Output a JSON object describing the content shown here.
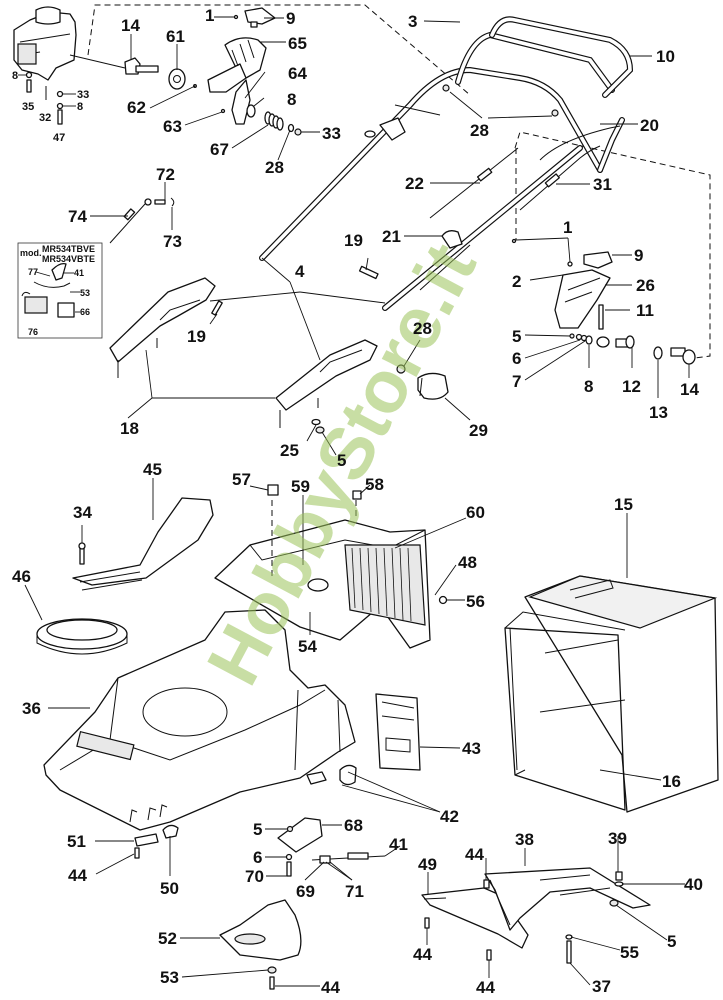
{
  "diagram": {
    "type": "exploded-parts-diagram",
    "subject": "lawn mower",
    "watermark": "HobbyStore.it",
    "watermark_color": "#9bc25a",
    "inset": {
      "heading_prefix": "mod.",
      "models": [
        "MR534TBVE",
        "MR534VBTE"
      ],
      "callouts": [
        "77",
        "41",
        "53",
        "66",
        "76"
      ]
    },
    "callouts": {
      "engine_8": "8",
      "engine_35": "35",
      "engine_32": "32",
      "engine_33": "33",
      "engine_8b": "8",
      "engine_47": "47",
      "top_14": "14",
      "top_61": "61",
      "top_62": "62",
      "top_1": "1",
      "top_9": "9",
      "top_65": "65",
      "top_64": "64",
      "top_63": "63",
      "top_8": "8",
      "top_67": "67",
      "top_28": "28",
      "top_33": "33",
      "h_3": "3",
      "h_10": "10",
      "h_28": "28",
      "h_20": "20",
      "h_22": "22",
      "h_31": "31",
      "c_72": "72",
      "c_74": "74",
      "c_73": "73",
      "m_19a": "19",
      "m_21": "21",
      "m_4": "4",
      "m_19b": "19",
      "m_18": "18",
      "m_25": "25",
      "m_5": "5",
      "m_28": "28",
      "m_29": "29",
      "r_1": "1",
      "r_9": "9",
      "r_2": "2",
      "r_26": "26",
      "r_11": "11",
      "r_5": "5",
      "r_6": "6",
      "r_7": "7",
      "r_8": "8",
      "r_12": "12",
      "r_13": "13",
      "r_14": "14",
      "l_45": "45",
      "l_34": "34",
      "l_46": "46",
      "l_57": "57",
      "l_59": "59",
      "l_58": "58",
      "l_60": "60",
      "l_48": "48",
      "l_56": "56",
      "l_54": "54",
      "l_15": "15",
      "l_16": "16",
      "l_36": "36",
      "l_43": "43",
      "l_42": "42",
      "b_51": "51",
      "b_44a": "44",
      "b_50": "50",
      "b_5": "5",
      "b_68": "68",
      "b_6": "6",
      "b_70": "70",
      "b_41": "41",
      "b_69": "69",
      "b_71": "71",
      "b_38": "38",
      "b_39": "39",
      "b_40": "40",
      "b_49": "49",
      "b_44b": "44",
      "b_44c": "44",
      "b_44d": "44",
      "b_5b": "5",
      "b_55": "55",
      "b_37": "37",
      "b_52": "52",
      "b_53": "53",
      "b_44e": "44"
    }
  }
}
